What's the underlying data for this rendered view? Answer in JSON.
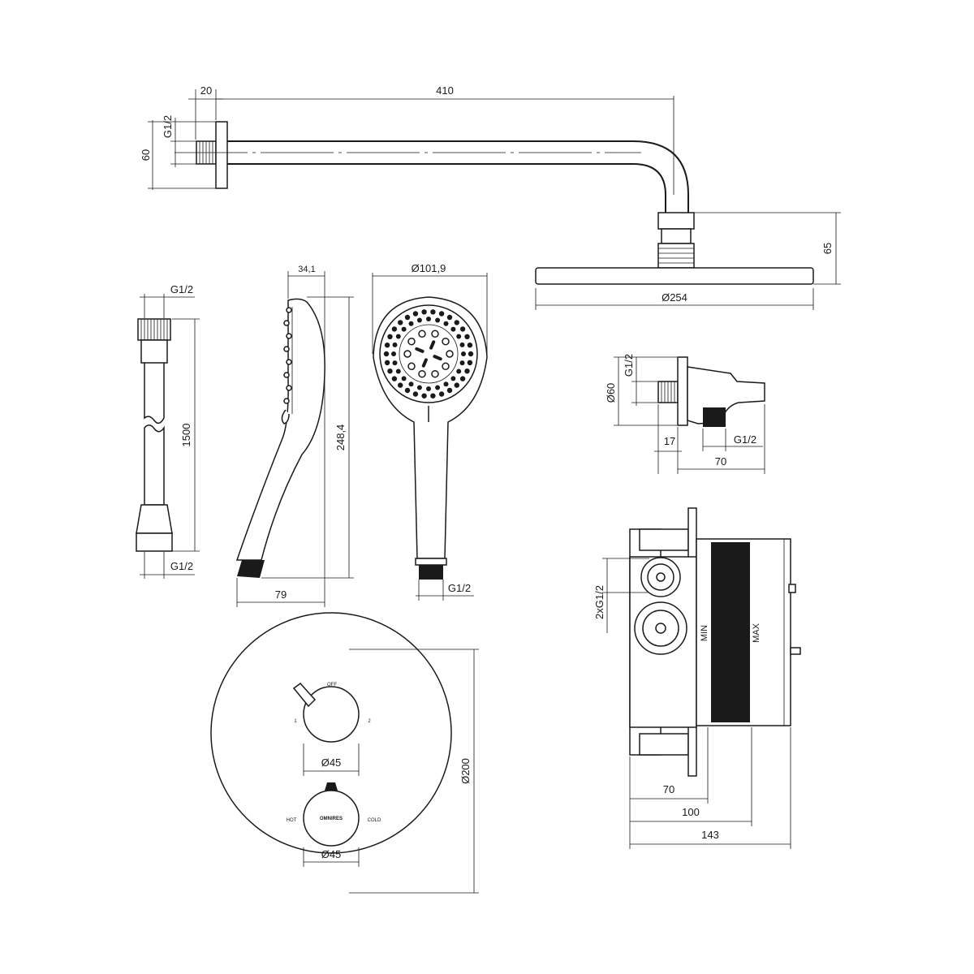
{
  "shower_arm": {
    "dim_thread": "G1/2",
    "dim_height": "60",
    "dim_flange": "20",
    "dim_length": "410",
    "dim_drop": "65"
  },
  "shower_head": {
    "dim_diameter": "Ø254"
  },
  "hose": {
    "dim_top_thread": "G1/2",
    "dim_length": "1500",
    "dim_bottom_thread": "G1/2"
  },
  "hand_shower_side": {
    "dim_width": "34,1",
    "dim_height": "248,4",
    "dim_depth": "79"
  },
  "hand_shower_front": {
    "dim_diameter": "Ø101,9",
    "dim_thread": "G1/2"
  },
  "wall_outlet": {
    "dim_thread": "G1/2",
    "dim_diameter": "Ø60",
    "dim_depth": "17",
    "dim_outlet_thread": "G1/2",
    "dim_length": "70"
  },
  "trim_plate": {
    "label_off": "OFF",
    "label_1": "1",
    "label_2": "2",
    "dim_top_knob": "Ø45",
    "label_hot": "HOT",
    "label_brand": "OMNIRES",
    "label_cold": "COLD",
    "dim_bottom_knob": "Ø45",
    "dim_plate": "Ø200"
  },
  "mixer_body": {
    "dim_threads": "2xG1/2",
    "label_min": "MIN",
    "label_max": "MAX",
    "dim_70": "70",
    "dim_100": "100",
    "dim_143": "143"
  }
}
